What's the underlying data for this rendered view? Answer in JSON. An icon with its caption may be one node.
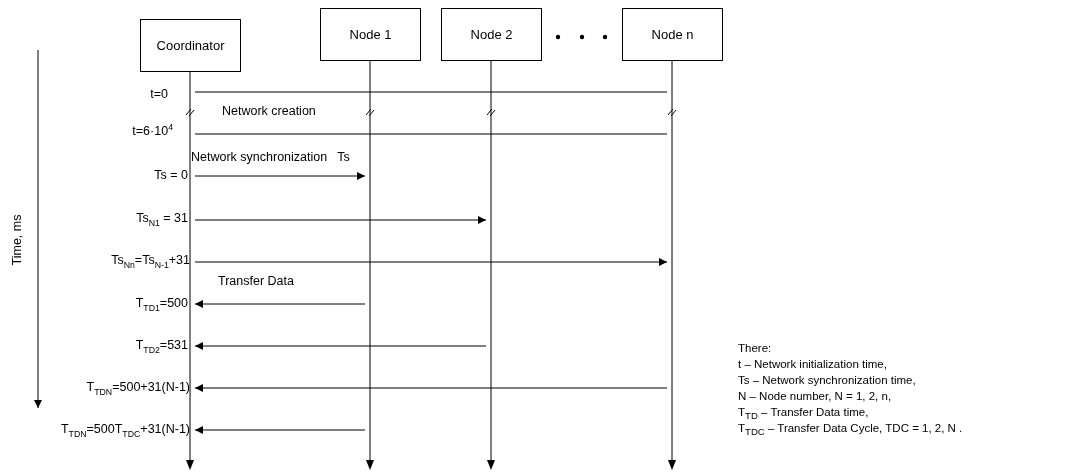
{
  "diagram": {
    "nodes": [
      {
        "text": [
          "Coordinator"
        ]
      },
      {
        "text": [
          "Node 1"
        ]
      },
      {
        "text": [
          "Node 2"
        ]
      },
      {
        "text": [
          "Node n"
        ]
      },
      {
        "text": [],
        "shape": "bar"
      },
      {
        "text": [],
        "shape": "bar"
      },
      {
        "text": [],
        "shape": "bar"
      },
      {
        "text": [],
        "shape": "bar"
      }
    ],
    "edges": [
      {
        "from": 4,
        "to": 7,
        "arrow": "none"
      },
      {
        "from": 4,
        "to": 7,
        "arrow": "none"
      },
      {
        "from": 4,
        "to": 5,
        "arrow": "to"
      },
      {
        "from": 4,
        "to": 6,
        "arrow": "to"
      },
      {
        "from": 4,
        "to": 7,
        "arrow": "to"
      },
      {
        "from": 5,
        "to": 4,
        "arrow": "to"
      },
      {
        "from": 6,
        "to": 4,
        "arrow": "to"
      },
      {
        "from": 7,
        "to": 4,
        "arrow": "to"
      },
      {
        "from": 5,
        "to": 4,
        "arrow": "to"
      }
    ],
    "labels": [
      "Time, ms",
      "t=0",
      "Network creation",
      "t=6·10$^{4}$",
      "Network synchronization   Ts",
      "Ts = 0",
      "Ts$_{N1}$ = 31",
      "Ts$_{Nn}$=Ts$_{N-1}$+31",
      "Transfer Data",
      "T$_{TD1}$=500",
      "T$_{TD2}$=531",
      "T$_{TDN}$=500+31(N-1)",
      "T$_{TDN}$=500T$_{TDC}$+31(N-1)",
      "There:",
      "t – Network initialization time,",
      "Ts – Network synchronization time,",
      "N – Node number, N = 1, 2, n,",
      "T$_{TD}$ – Transfer Data time,",
      "T$_{TDC}$ – Transfer Data Cycle, TDC = 1, 2, N ."
    ]
  }
}
